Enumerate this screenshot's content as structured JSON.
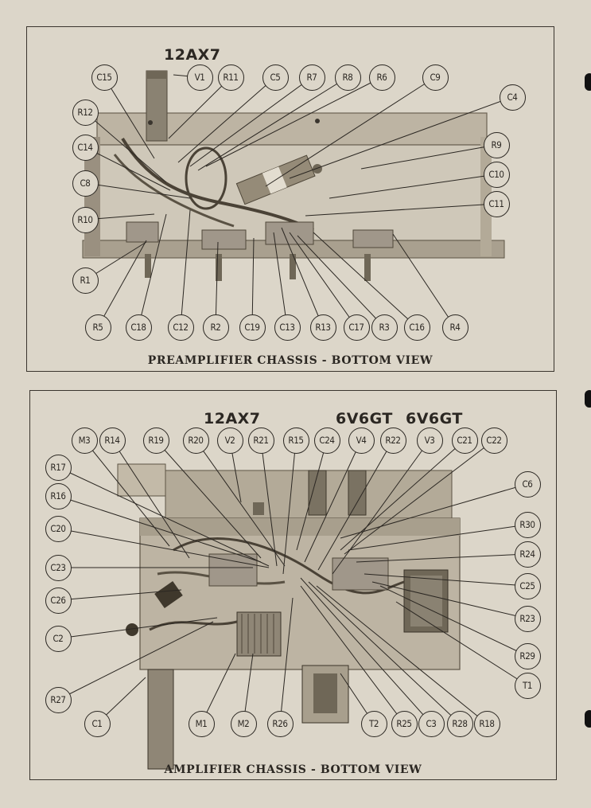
{
  "preamp": {
    "caption": "PREAMPLIFIER CHASSIS - BOTTOM VIEW",
    "tube_type": "12AX7",
    "labels": [
      "C15",
      "V1",
      "R11",
      "C5",
      "R7",
      "R8",
      "R6",
      "C9",
      "R12",
      "C4",
      "C14",
      "R9",
      "C8",
      "C10",
      "C11",
      "R10",
      "R1",
      "R5",
      "C18",
      "C12",
      "R2",
      "C19",
      "C13",
      "R13",
      "C17",
      "R3",
      "C16",
      "R4"
    ]
  },
  "amplifier": {
    "caption": "AMPLIFIER CHASSIS - BOTTOM VIEW",
    "tube_types": [
      "12AX7",
      "6V6GT",
      "6V6GT"
    ],
    "labels": [
      "M3",
      "R14",
      "R19",
      "R20",
      "V2",
      "R21",
      "R15",
      "C24",
      "V4",
      "R22",
      "V3",
      "C21",
      "C22",
      "R17",
      "C6",
      "R16",
      "R30",
      "C20",
      "R24",
      "C23",
      "C25",
      "C26",
      "R23",
      "C2",
      "R29",
      "T1",
      "R27",
      "C1",
      "M1",
      "M2",
      "R26",
      "T2",
      "R25",
      "C3",
      "R28",
      "R18"
    ]
  }
}
